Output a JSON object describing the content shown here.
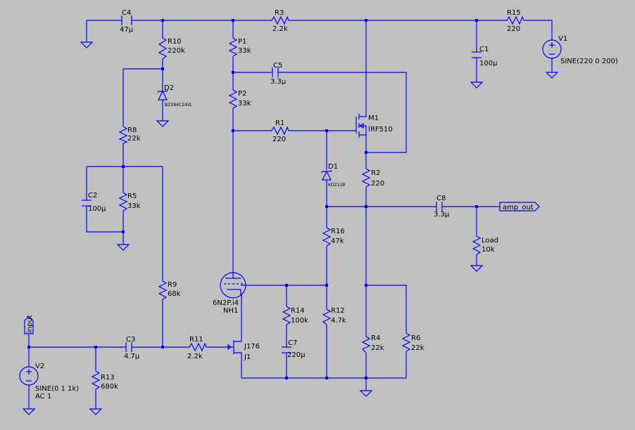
{
  "labels": {
    "C4": {
      "ref": "C4",
      "value": "47µ"
    },
    "R10": {
      "ref": "R10",
      "value": "220k"
    },
    "P1": {
      "ref": "P1",
      "value": "33k"
    },
    "R3": {
      "ref": "R3",
      "value": "2.2k"
    },
    "R15": {
      "ref": "R15",
      "value": "220"
    },
    "V1": {
      "ref": "V1",
      "value": "SINE(220 0 200)"
    },
    "C1": {
      "ref": "C1",
      "value": "100µ"
    },
    "D2": {
      "ref": "D2",
      "value": "BZX84C24VL"
    },
    "C5": {
      "ref": "C5",
      "value": "3.3µ"
    },
    "P2": {
      "ref": "P2",
      "value": "33k"
    },
    "M1": {
      "ref": "M1",
      "value": "IRF510"
    },
    "R8": {
      "ref": "R8",
      "value": "22k"
    },
    "R1": {
      "ref": "R1",
      "value": "220"
    },
    "D1": {
      "ref": "D1",
      "value": "KDZ12B"
    },
    "R2": {
      "ref": "R2",
      "value": "220"
    },
    "C2": {
      "ref": "C2",
      "value": "100µ"
    },
    "R5": {
      "ref": "R5",
      "value": "33k"
    },
    "C8": {
      "ref": "C8",
      "value": "3.3µ"
    },
    "R16": {
      "ref": "R16",
      "value": "47k"
    },
    "Load": {
      "ref": "Load",
      "value": "10k"
    },
    "R9": {
      "ref": "R9",
      "value": "68k"
    },
    "NH1": {
      "ref": "NH1",
      "value": "6N2P.i4"
    },
    "R14": {
      "ref": "R14",
      "value": "100k"
    },
    "R12": {
      "ref": "R12",
      "value": "4.7k"
    },
    "R4": {
      "ref": "R4",
      "value": "22k"
    },
    "R6": {
      "ref": "R6",
      "value": "22k"
    },
    "C3": {
      "ref": "C3",
      "value": "4.7µ"
    },
    "R11": {
      "ref": "R11",
      "value": "2.2k"
    },
    "J1": {
      "ref": "J1",
      "value": "J176"
    },
    "C7": {
      "ref": "C7",
      "value": "220µ"
    },
    "V2": {
      "ref": "V2",
      "value": "SINE(0 1 1k)",
      "extra": "AC 1"
    },
    "R13": {
      "ref": "R13",
      "value": "680k"
    }
  },
  "net_labels": {
    "input": "input",
    "amp_out": "amp_out"
  },
  "colors": {
    "background": "#c0c0c0",
    "wire": "#0000ff",
    "text": "#000000"
  }
}
